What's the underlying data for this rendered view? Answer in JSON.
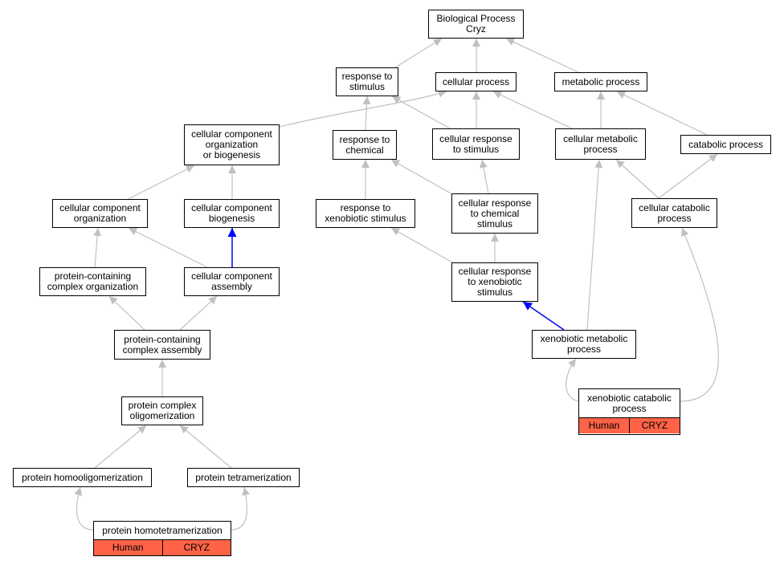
{
  "nodes": {
    "bp_cryz": [
      "Biological Process",
      "Cryz"
    ],
    "response_stimulus": [
      "response to",
      "stimulus"
    ],
    "cellular_process": [
      "cellular process"
    ],
    "metabolic_process": [
      "metabolic process"
    ],
    "cc_org_biogenesis": [
      "cellular component",
      "organization",
      "or biogenesis"
    ],
    "response_chemical": [
      "response to",
      "chemical"
    ],
    "cell_resp_stimulus": [
      "cellular response",
      "to stimulus"
    ],
    "cell_metabolic": [
      "cellular metabolic",
      "process"
    ],
    "catabolic_process": [
      "catabolic process"
    ],
    "cc_organization": [
      "cellular component",
      "organization"
    ],
    "cc_biogenesis": [
      "cellular component",
      "biogenesis"
    ],
    "resp_xenobiotic": [
      "response to",
      "xenobiotic stimulus"
    ],
    "cell_resp_chemical": [
      "cellular response",
      "to chemical",
      "stimulus"
    ],
    "cell_catabolic": [
      "cellular catabolic",
      "process"
    ],
    "pc_complex_org": [
      "protein-containing",
      "complex organization"
    ],
    "cc_assembly": [
      "cellular component",
      "assembly"
    ],
    "cell_resp_xenobiotic": [
      "cellular response",
      "to xenobiotic",
      "stimulus"
    ],
    "pc_complex_assembly": [
      "protein-containing",
      "complex assembly"
    ],
    "xeno_metabolic": [
      "xenobiotic metabolic",
      "process"
    ],
    "prot_complex_olig": [
      "protein complex",
      "oligomerization"
    ],
    "prot_homoolig": [
      "protein homooligomerization"
    ],
    "prot_tetramer": [
      "protein tetramerization"
    ]
  },
  "leaves": {
    "xeno_catabolic": {
      "title": [
        "xenobiotic catabolic",
        "process"
      ],
      "cells": [
        "Human",
        "CRYZ"
      ]
    },
    "prot_homotetramer": {
      "title": [
        "protein homotetramerization"
      ],
      "cells": [
        "Human",
        "CRYZ"
      ]
    }
  },
  "colors": {
    "edge": "#c0c0c0",
    "highlight_edge": "#0000ff",
    "annotation_fill": "#ff6347",
    "border": "#000000"
  }
}
